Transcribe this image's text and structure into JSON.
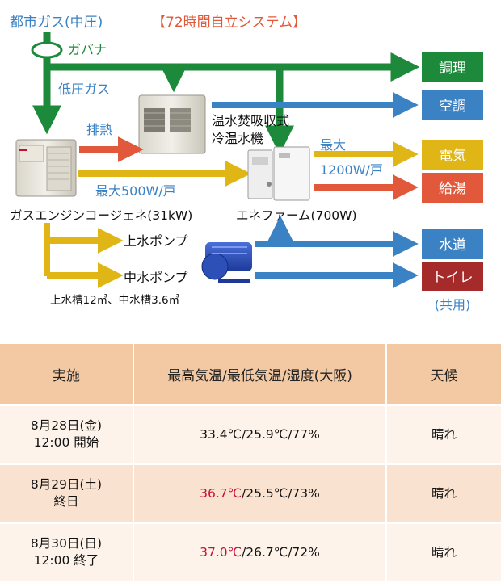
{
  "diagram": {
    "title": "【72時間自立システム】",
    "source_label": "都市ガス(中圧)",
    "governor_label": "ガバナ",
    "low_pressure_label": "低圧ガス",
    "exhaust_heat_label": "排熱",
    "absorption_label": [
      "温水焚吸収式",
      "冷温水機"
    ],
    "max_500_label": "最大500W/戸",
    "cogeneration_label": "ガスエンジンコージェネ(31kW)",
    "enefarm_label": "エネファーム(700W)",
    "max_label": "最大",
    "max_1200_label": "1200W/戸",
    "upper_pump_label": "上水ポンプ",
    "middle_pump_label": "中水ポンプ",
    "tank_label": "上水槽12㎥、中水槽3.6㎥",
    "shared_label": "(共用)",
    "outputs": [
      {
        "label": "調理",
        "color": "#1c8a3a"
      },
      {
        "label": "空調",
        "color": "#3b82c4"
      },
      {
        "label": "電気",
        "color": "#e0b616"
      },
      {
        "label": "給湯",
        "color": "#e2583a"
      },
      {
        "label": "水道",
        "color": "#3b82c4"
      },
      {
        "label": "トイレ",
        "color": "#a52a2a"
      }
    ],
    "colors": {
      "gas": "#1c8a3a",
      "heat": "#e2583a",
      "power": "#e0b616",
      "water": "#3b82c4",
      "title": "#e2583a",
      "source": "#3b82c4"
    }
  },
  "table": {
    "headers": [
      "実施",
      "最高気温/最低気温/湿度(大阪)",
      "天候"
    ],
    "rows": [
      {
        "date": "8月28日(金)",
        "time": "12:00 開始",
        "max": "33.4℃",
        "rest": "/25.9℃/77%",
        "weather": "晴れ",
        "hot": false
      },
      {
        "date": "8月29日(土)",
        "time": "終日",
        "max": "36.7℃",
        "rest": "/25.5℃/73%",
        "weather": "晴れ",
        "hot": true
      },
      {
        "date": "8月30日(日)",
        "time": "12:00 終了",
        "max": "37.0℃",
        "rest": "/26.7℃/72%",
        "weather": "晴れ",
        "hot": true
      }
    ]
  }
}
